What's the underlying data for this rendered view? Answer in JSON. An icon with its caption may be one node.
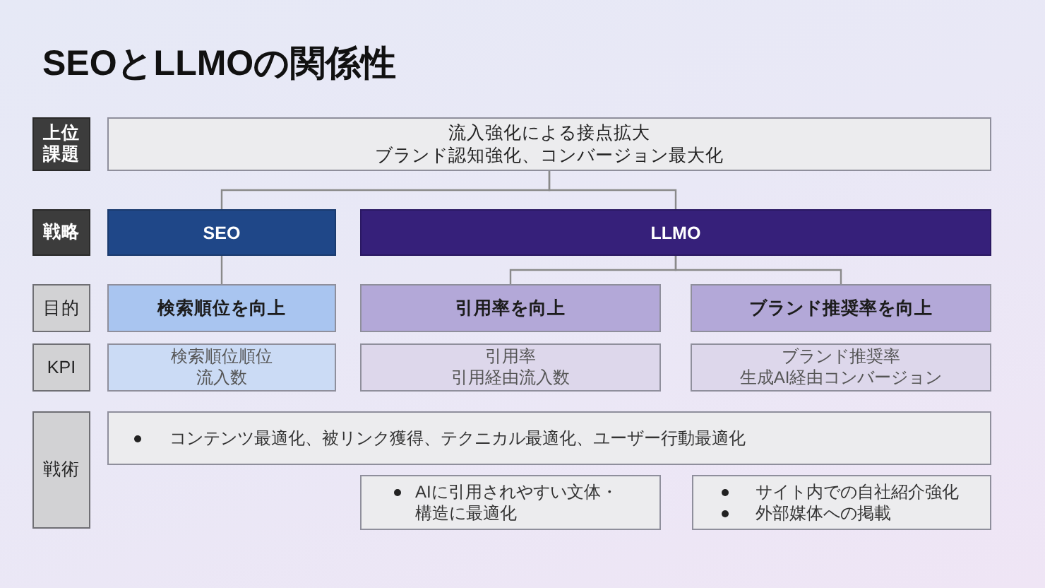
{
  "diagram": {
    "title": "SEOとLLMOの関係性",
    "nodes": [
      {
        "text": [
          "上位課題"
        ]
      },
      {
        "text": [
          "流入強化による接点拡大",
          "ブランド認知強化、コンバージョン最大化"
        ]
      },
      {
        "text": [
          "戦略"
        ]
      },
      {
        "text": [
          "SEO"
        ]
      },
      {
        "text": [
          "LLMO"
        ]
      },
      {
        "text": [
          "目的"
        ]
      },
      {
        "text": [
          "検索順位を向上"
        ]
      },
      {
        "text": [
          "引用率を向上"
        ]
      },
      {
        "text": [
          "ブランド推奨率を向上"
        ]
      },
      {
        "text": [
          "KPI"
        ]
      },
      {
        "text": [
          "検索順位順位",
          "流入数"
        ]
      },
      {
        "text": [
          "引用率",
          "引用経由流入数"
        ]
      },
      {
        "text": [
          "ブランド推奨率",
          "生成AI経由コンバージョン"
        ]
      },
      {
        "text": [
          "戦術"
        ]
      },
      {
        "text": [
          "コンテンツ最適化、被リンク獲得、テクニカル最適化、ユーザー行動最適化"
        ]
      },
      {
        "text": [
          "AIに引用されやすい文体・構造に最適化"
        ]
      },
      {
        "text": [
          "サイト内での自社紹介強化",
          "外部媒体への掲載"
        ]
      }
    ],
    "edges": [
      {
        "from": 1,
        "to": 3,
        "arrow": "none"
      },
      {
        "from": 1,
        "to": 4,
        "arrow": "none"
      },
      {
        "from": 3,
        "to": 6,
        "arrow": "none"
      },
      {
        "from": 4,
        "to": 7,
        "arrow": "none"
      },
      {
        "from": 4,
        "to": 8,
        "arrow": "none"
      }
    ]
  }
}
